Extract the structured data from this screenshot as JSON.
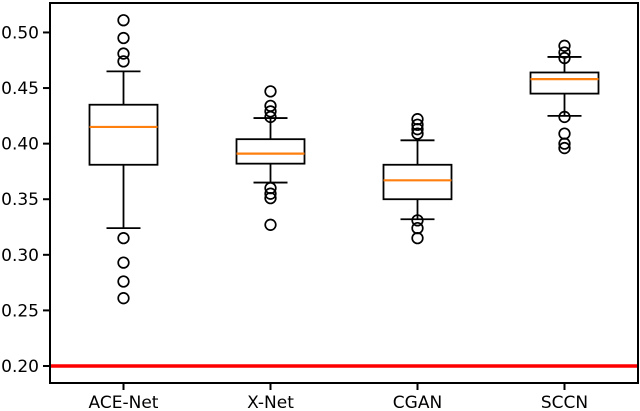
{
  "chart_data": {
    "type": "boxplot",
    "title": "",
    "xlabel": "",
    "ylabel": "",
    "categories": [
      "ACE-Net",
      "X-Net",
      "CGAN",
      "SCCN"
    ],
    "ytick_values": [
      0.2,
      0.25,
      0.3,
      0.35,
      0.4,
      0.45,
      0.5
    ],
    "ytick_labels": [
      "0.20",
      "0.25",
      "0.30",
      "0.35",
      "0.40",
      "0.45",
      "0.50"
    ],
    "ylim": [
      0.1847,
      0.5265
    ],
    "grid": false,
    "legend": false,
    "reference_line": {
      "y": 0.2,
      "color": "#ff0000"
    },
    "colors": {
      "box": "#000000",
      "median": "#ff7f0e",
      "reference": "#ff0000",
      "background": "#ffffff"
    },
    "series": [
      {
        "name": "ACE-Net",
        "q1": 0.381,
        "median": 0.415,
        "q3": 0.435,
        "whisker_low": 0.324,
        "whisker_high": 0.465,
        "outliers": [
          0.511,
          0.495,
          0.481,
          0.474,
          0.315,
          0.293,
          0.276,
          0.261
        ]
      },
      {
        "name": "X-Net",
        "q1": 0.382,
        "median": 0.391,
        "q3": 0.404,
        "whisker_low": 0.365,
        "whisker_high": 0.423,
        "outliers": [
          0.447,
          0.434,
          0.429,
          0.424,
          0.36,
          0.355,
          0.351,
          0.327
        ]
      },
      {
        "name": "CGAN",
        "q1": 0.35,
        "median": 0.367,
        "q3": 0.381,
        "whisker_low": 0.332,
        "whisker_high": 0.403,
        "outliers": [
          0.422,
          0.417,
          0.413,
          0.409,
          0.331,
          0.324,
          0.315
        ]
      },
      {
        "name": "SCCN",
        "q1": 0.445,
        "median": 0.458,
        "q3": 0.464,
        "whisker_low": 0.425,
        "whisker_high": 0.478,
        "outliers": [
          0.488,
          0.482,
          0.477,
          0.424,
          0.409,
          0.4,
          0.396
        ]
      }
    ]
  }
}
